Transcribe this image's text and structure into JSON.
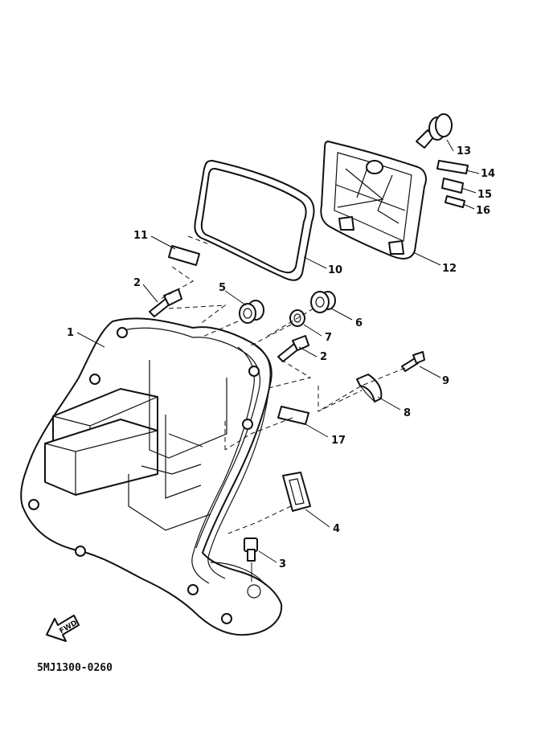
{
  "diagram": {
    "drawing_code": "5MJ1300-0260",
    "direction_label": "FWD",
    "callouts": [
      "1",
      "2",
      "2",
      "3",
      "4",
      "5",
      "6",
      "7",
      "8",
      "9",
      "10",
      "11",
      "12",
      "13",
      "14",
      "15",
      "16",
      "17"
    ]
  },
  "colors": {
    "line": "#111111",
    "background": "#ffffff"
  },
  "icons": [
    "fwd-arrow-icon"
  ]
}
